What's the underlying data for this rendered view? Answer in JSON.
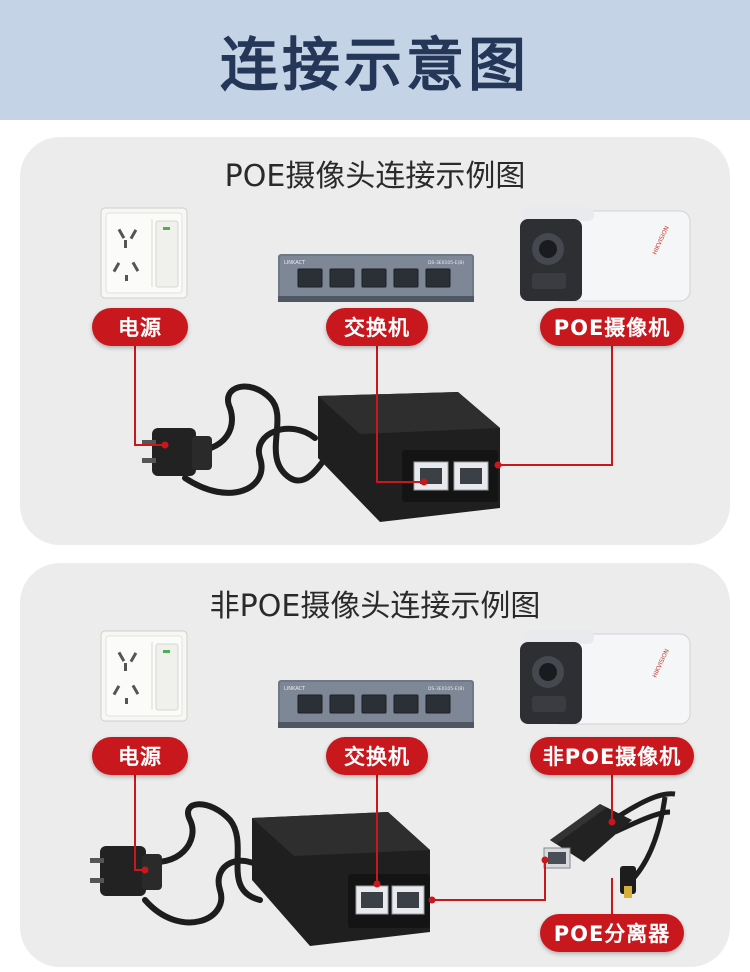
{
  "header": {
    "title": "连接示意图"
  },
  "panel_poe": {
    "title": "POE摄像头连接示例图",
    "labels": {
      "power": "电源",
      "switch": "交换机",
      "camera": "POE摄像机"
    },
    "switch_brand": "LINKACT",
    "switch_model": "DS-3E0105-E(B)",
    "camera_brand": "HIKVISION"
  },
  "panel_non_poe": {
    "title": "非POE摄像头连接示例图",
    "labels": {
      "power": "电源",
      "switch": "交换机",
      "camera": "非POE摄像机",
      "splitter": "POE分离器"
    },
    "switch_brand": "LINKACT",
    "switch_model": "DS-3E0105-E(B)",
    "camera_brand": "HIKVISION"
  },
  "colors": {
    "header_bg": "#c5d3e6",
    "title": "#243759",
    "accent_red": "#c8181e",
    "panel_bg": "#ececec"
  }
}
